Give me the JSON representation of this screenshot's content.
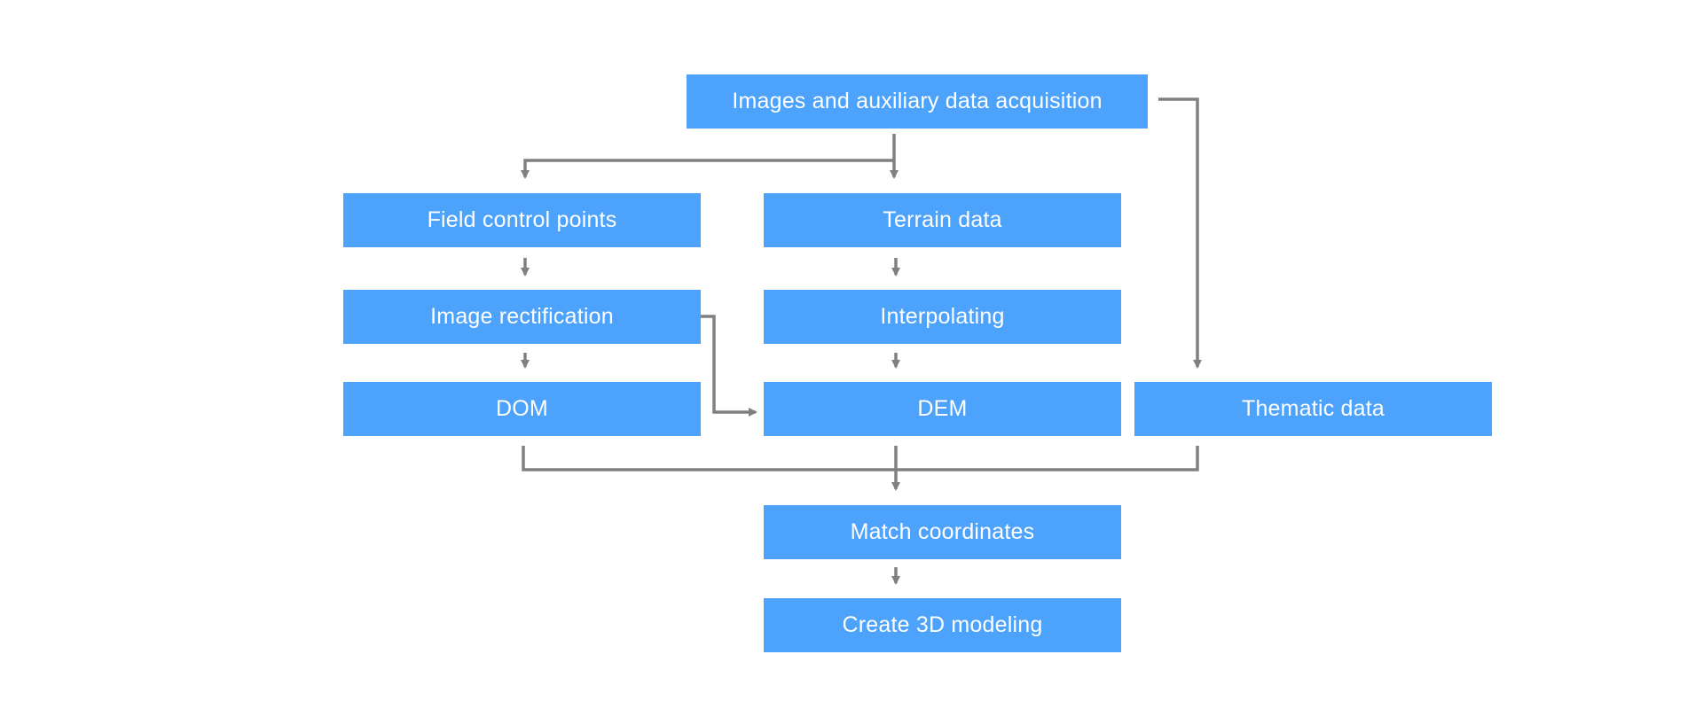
{
  "diagram": {
    "colors": {
      "node_fill": "#4da3fc",
      "node_text": "#ffffff",
      "connector": "#808080"
    },
    "nodes": {
      "acquisition": "Images and auxiliary data acquisition",
      "field_control_points": "Field control points",
      "terrain_data": "Terrain data",
      "image_rectification": "Image rectification",
      "interpolating": "Interpolating",
      "dom": "DOM",
      "dem": "DEM",
      "thematic_data": "Thematic data",
      "match_coordinates": "Match coordinates",
      "create_3d_modeling": "Create 3D modeling"
    }
  }
}
